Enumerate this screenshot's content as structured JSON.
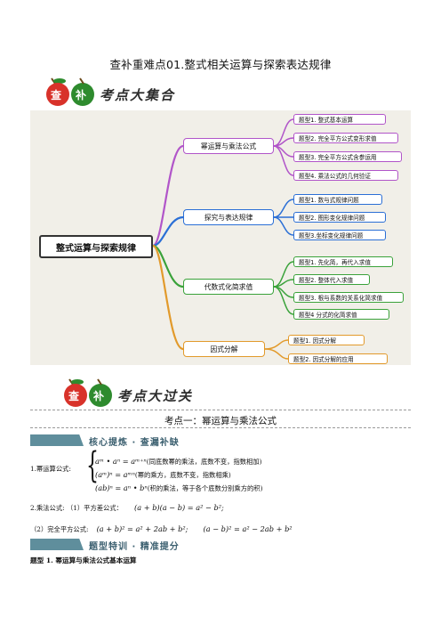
{
  "doc_title": "查补重难点01.整式相关运算与探索表达规律",
  "banner1": {
    "logo_chars": [
      "查",
      "补"
    ],
    "text": "考点大集合"
  },
  "mindmap": {
    "root": "整式运算与探索规律",
    "branches": [
      {
        "label": "幂运算与乘法公式",
        "color": "#b155c9",
        "leaves": [
          "题型1. 整式基本运算",
          "题型2. 完全平方公式变形求值",
          "题型3. 完全平方公式含参运用",
          "题型4. 乘法公式的几何验证"
        ]
      },
      {
        "label": "探究与表达规律",
        "color": "#2b6fd6",
        "leaves": [
          "题型1. 数与式规律问题",
          "题型2. 图形变化规律问题",
          "题型3.坐标变化规律问题"
        ]
      },
      {
        "label": "代数式化简求值",
        "color": "#3aa23a",
        "leaves": [
          "题型1. 先化简，再代入求值",
          "题型2. 整体代入求值",
          "题型3. 根与系数的关系化简求值",
          "题型4 分式的化简求值"
        ]
      },
      {
        "label": "因式分解",
        "color": "#e29a2b",
        "leaves": [
          "题型1. 因式分解",
          "题型2. 因式分解的应用"
        ]
      }
    ]
  },
  "banner2": {
    "logo_chars": [
      "查",
      "补"
    ],
    "text": "考点大过关"
  },
  "section_title": "考点一：幂运算与乘法公式",
  "bar1": "核心提炼 · 查漏补缺",
  "item1_label": "1.幂运算公式:",
  "item1_rules": [
    {
      "formula": "aᵐ • aⁿ = aᵐ⁺ⁿ",
      "note": "(同底数幂的乘法，底数不变，指数相加)"
    },
    {
      "formula": "(aᵐ)ⁿ = aᵐⁿ",
      "note": "(幂的乘方，底数不变，指数相乘)"
    },
    {
      "formula": "(ab)ⁿ = aⁿ • bⁿ",
      "note": "(积的乘法，等于各个底数分别乘方的积)"
    }
  ],
  "item2_label": "2.乘法公式:  （1）平方差公式：",
  "item2_formula": "(a + b)(a − b) = a² − b²;",
  "item3_label": "（2）完全平方公式:",
  "item3_formula1": "(a + b)² = a² + 2ab + b²;",
  "item3_formula2": "(a − b)² = a² − 2ab + b²",
  "bar2": "题型特训 · 精准提分",
  "question_title": "题型 1. 幂运算与乘法公式基本运算",
  "colors": {
    "bar": "#5f8e9c",
    "apple_red": "#d8322a",
    "apple_green": "#2e8b2e"
  }
}
